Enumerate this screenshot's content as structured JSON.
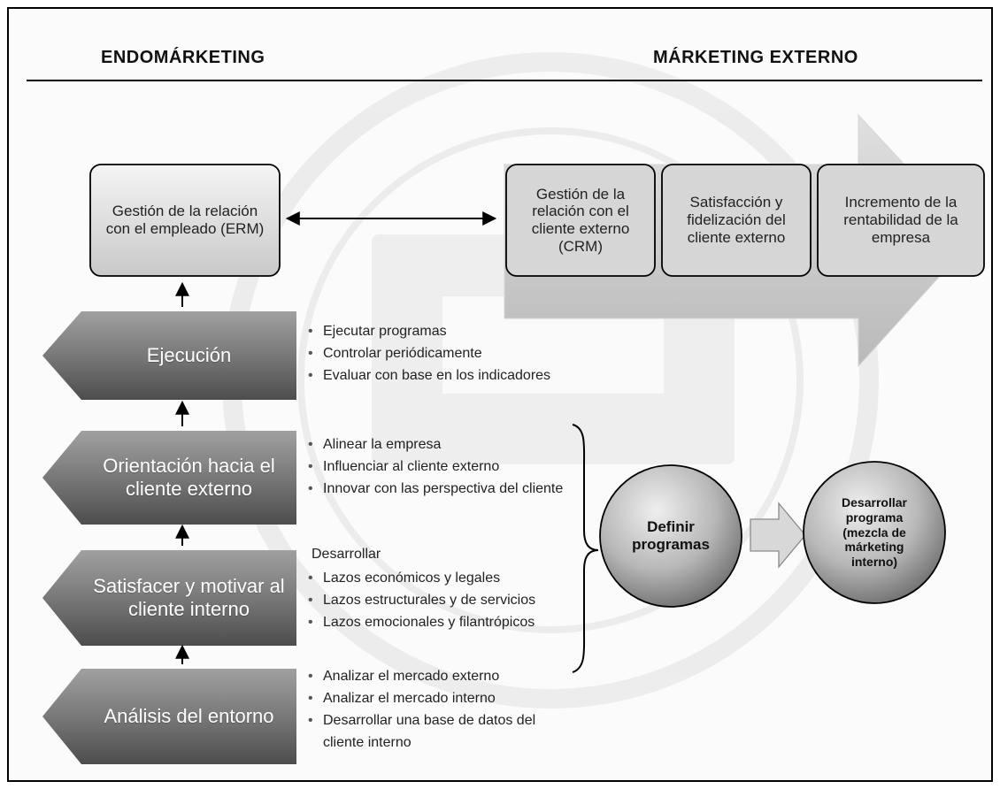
{
  "headings": {
    "left": "ENDOMÁRKETING",
    "right": "MÁRKETING EXTERNO"
  },
  "external": {
    "erm": "Gestión de la relación con el empleado (ERM)",
    "crm": "Gestión de la relación con el cliente externo (CRM)",
    "satisfaction": "Satisfacción y fidelización del cliente externo",
    "profit": "Incremento de la rentabilidad de la empresa"
  },
  "stages": [
    {
      "label": "Ejecución",
      "bullets": [
        "Ejecutar programas",
        "Controlar periódicamente",
        "Evaluar con base en los indicadores"
      ]
    },
    {
      "label": "Orientación hacia el cliente externo",
      "bullets": [
        "Alinear la empresa",
        "Influenciar al cliente externo",
        "Innovar con las perspectiva del cliente"
      ]
    },
    {
      "label": "Satisfacer y motivar al cliente interno",
      "intro": "Desarrollar",
      "bullets": [
        "Lazos económicos y legales",
        "Lazos estructurales y de servicios",
        "Lazos emocionales y filantrópicos"
      ]
    },
    {
      "label": "Análisis del entorno",
      "bullets": [
        "Analizar el mercado externo",
        "Analizar el mercado interno",
        "Desarrollar una base de datos del cliente interno"
      ]
    }
  ],
  "circles": {
    "define": "Definir programas",
    "develop": "Desarrollar programa (mezcla de márketing interno)"
  },
  "colors": {
    "dark_gray": "#6f6f6f",
    "light_gray": "#d8d8d8",
    "white": "#ffffff"
  }
}
